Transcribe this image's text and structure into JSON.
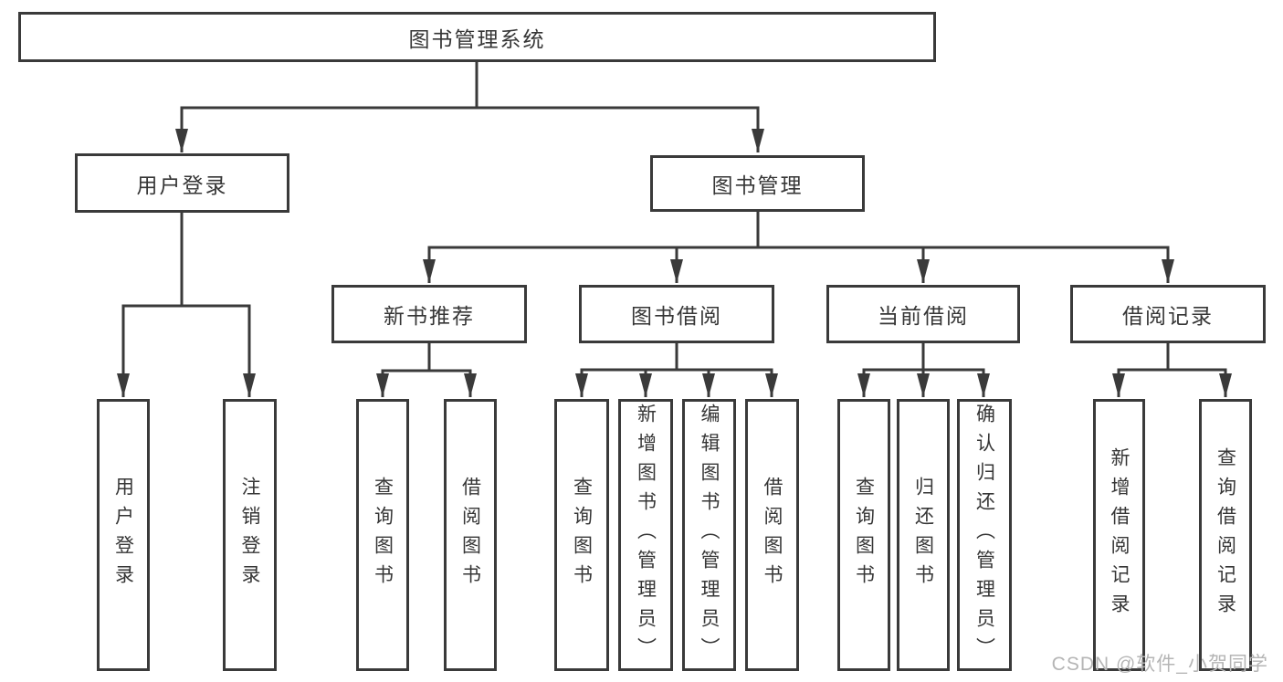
{
  "tree": {
    "root": {
      "label": "图书管理系统"
    },
    "branches": [
      {
        "label": "用户登录",
        "children": [
          {
            "label": "用户登录"
          },
          {
            "label": "注销登录"
          }
        ]
      },
      {
        "label": "图书管理",
        "children": [
          {
            "label": "新书推荐",
            "children": [
              {
                "label": "查询图书"
              },
              {
                "label": "借阅图书"
              }
            ]
          },
          {
            "label": "图书借阅",
            "children": [
              {
                "label": "查询图书"
              },
              {
                "label": "新增图书（管理员）"
              },
              {
                "label": "编辑图书（管理员）"
              },
              {
                "label": "借阅图书"
              }
            ]
          },
          {
            "label": "当前借阅",
            "children": [
              {
                "label": "查询图书"
              },
              {
                "label": "归还图书"
              },
              {
                "label": "确认归还（管理员）"
              }
            ]
          },
          {
            "label": "借阅记录",
            "children": [
              {
                "label": "新增借阅记录"
              },
              {
                "label": "查询借阅记录"
              }
            ]
          }
        ]
      }
    ]
  },
  "watermark": {
    "text": "CSDN @软件_小贺同学"
  },
  "colors": {
    "line": "#3a3a3a",
    "text": "#363636",
    "watermark": "#b5b5b5",
    "background": "#ffffff"
  }
}
